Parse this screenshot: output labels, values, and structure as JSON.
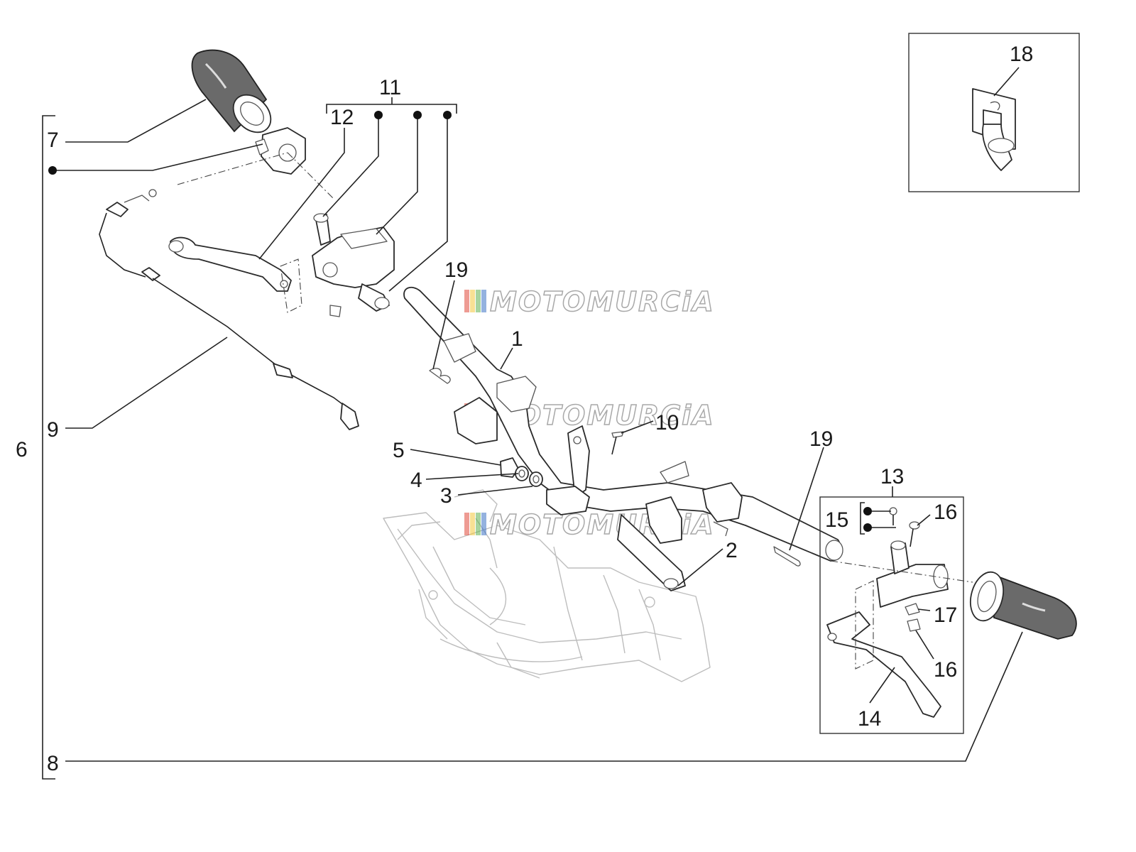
{
  "watermark": {
    "text": "MOTOMURCiA",
    "stripe_colors": [
      "#e0483b",
      "#f3c73d",
      "#61b050",
      "#3d72c4"
    ]
  },
  "callouts": {
    "c1": "1",
    "c2": "2",
    "c3": "3",
    "c4": "4",
    "c5": "5",
    "c6": "6",
    "c7": "7",
    "c8": "8",
    "c9": "9",
    "c10": "10",
    "c11": "11",
    "c12": "12",
    "c13": "13",
    "c14": "14",
    "c15": "15",
    "c16a": "16",
    "c16b": "16",
    "c17": "17",
    "c18": "18",
    "c19a": "19",
    "c19b": "19"
  },
  "parts": [
    {
      "ref": "grip-left",
      "icon": "left-grip-icon"
    },
    {
      "ref": "throttle-housing",
      "icon": "throttle-housing-icon"
    },
    {
      "ref": "throttle-cable",
      "icon": "cable-icon"
    },
    {
      "ref": "brake-lever-left",
      "icon": "lever-icon"
    },
    {
      "ref": "master-cylinder",
      "icon": "master-cylinder-icon"
    },
    {
      "ref": "handlebar",
      "icon": "handlebar-icon"
    },
    {
      "ref": "frame-background",
      "icon": "frame-icon"
    },
    {
      "ref": "clip-detail",
      "icon": "clip-icon"
    },
    {
      "ref": "brake-lever-right",
      "icon": "lever-icon"
    },
    {
      "ref": "grip-right",
      "icon": "right-grip-icon"
    }
  ]
}
